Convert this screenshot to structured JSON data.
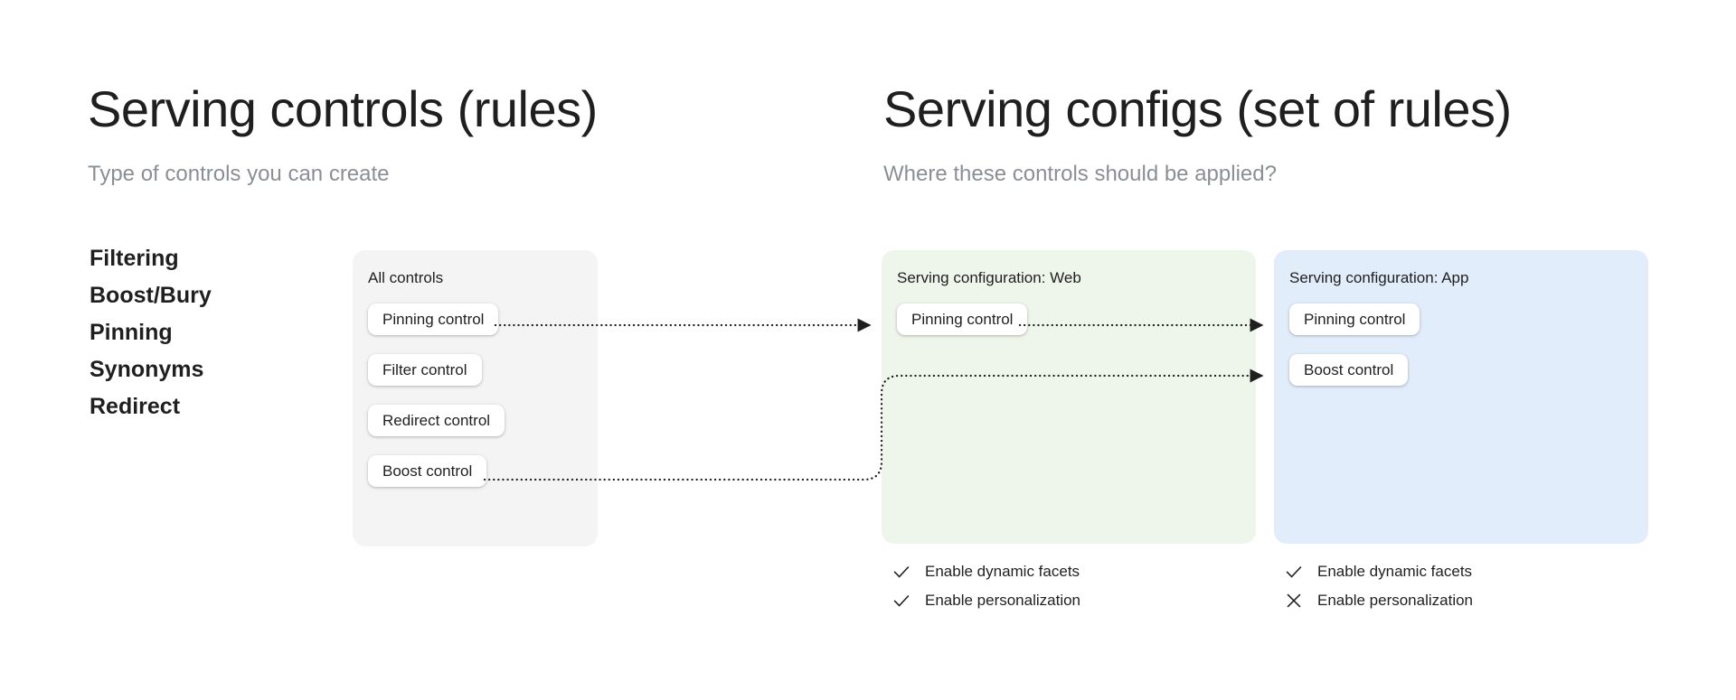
{
  "left_column": {
    "title": "Serving controls (rules)",
    "subtitle": "Type of controls you can create",
    "control_types": [
      "Filtering",
      "Boost/Bury",
      "Pinning",
      "Synonyms",
      "Redirect"
    ]
  },
  "right_column": {
    "title": "Serving configs (set of rules)",
    "subtitle": "Where these controls should be applied?"
  },
  "cards": {
    "all_controls": {
      "title": "All controls",
      "background": "#f4f4f4",
      "pills": [
        "Pinning control",
        "Filter control",
        "Redirect control",
        "Boost control"
      ]
    },
    "serving_config_web": {
      "title": "Serving configuration: Web",
      "background": "#eef5ea",
      "pills": [
        "Pinning control"
      ],
      "options": [
        {
          "label": "Enable dynamic facets",
          "state": "check"
        },
        {
          "label": "Enable personalization",
          "state": "check"
        }
      ]
    },
    "serving_config_app": {
      "title": "Serving configuration: App",
      "background": "#e1edfa",
      "pills": [
        "Pinning control",
        "Boost control"
      ],
      "options": [
        {
          "label": "Enable dynamic facets",
          "state": "check"
        },
        {
          "label": "Enable personalization",
          "state": "cross"
        }
      ]
    }
  },
  "connectors": {
    "style": "dotted",
    "color": "#1f1f1f",
    "flows": [
      {
        "from": "all-controls.Pinning control",
        "to": "serving-config-web.Pinning control"
      },
      {
        "from": "serving-config-web.Pinning control",
        "to": "serving-config-app.Pinning control"
      },
      {
        "from": "all-controls.Boost control",
        "to": "serving-config-app.Boost control"
      }
    ]
  },
  "colors": {
    "title": "#1f1f1f",
    "subtitle": "#8b8f94",
    "card_gray": "#f4f4f4",
    "card_green": "#eef5ea",
    "card_blue": "#e1edfa",
    "pill": "#ffffff"
  }
}
